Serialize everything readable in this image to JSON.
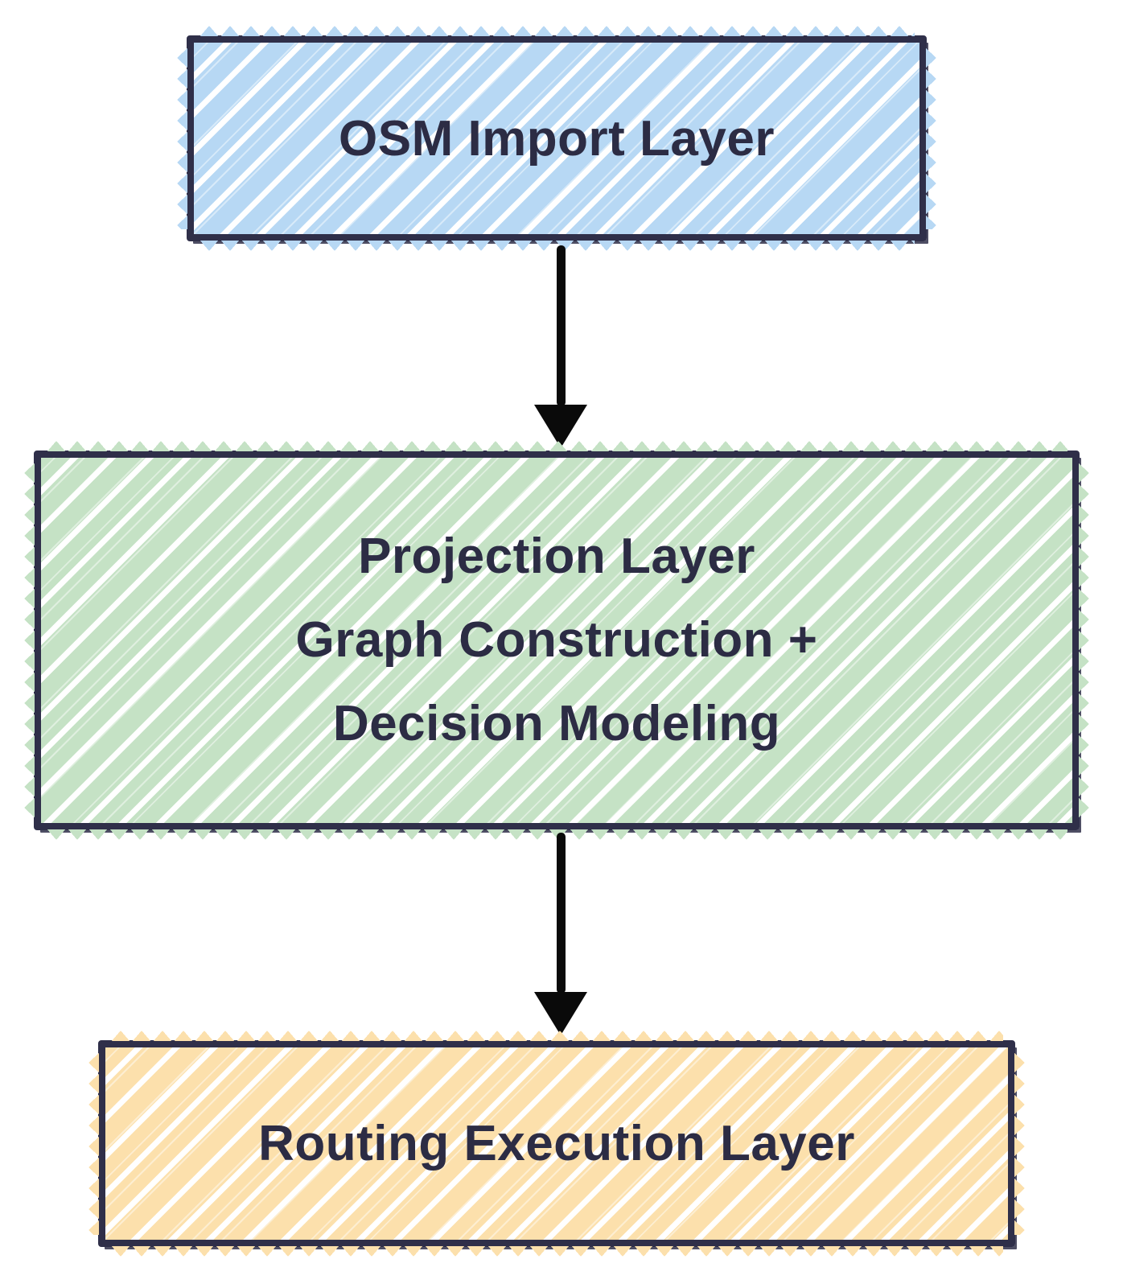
{
  "diagram": {
    "type": "flowchart",
    "direction": "top-down",
    "background_color": "#ffffff",
    "border_color": "#2f2f49",
    "text_color": "#2c2c44",
    "arrow_color": "#0a0a0a",
    "nodes": [
      {
        "id": "osm-import-layer",
        "label": "OSM Import Layer",
        "fill": "#b7d8f4",
        "fill_style": "diagonal-hatch"
      },
      {
        "id": "projection-layer",
        "lines": [
          "Projection Layer",
          "Graph Construction +",
          "Decision Modeling"
        ],
        "fill": "#c5e2c5",
        "fill_style": "diagonal-hatch"
      },
      {
        "id": "routing-execution-layer",
        "label": "Routing Execution Layer",
        "fill": "#fce0ac",
        "fill_style": "diagonal-hatch"
      }
    ],
    "edges": [
      {
        "from": "osm-import-layer",
        "to": "projection-layer",
        "style": "solid-arrow-down"
      },
      {
        "from": "projection-layer",
        "to": "routing-execution-layer",
        "style": "solid-arrow-down"
      }
    ]
  }
}
